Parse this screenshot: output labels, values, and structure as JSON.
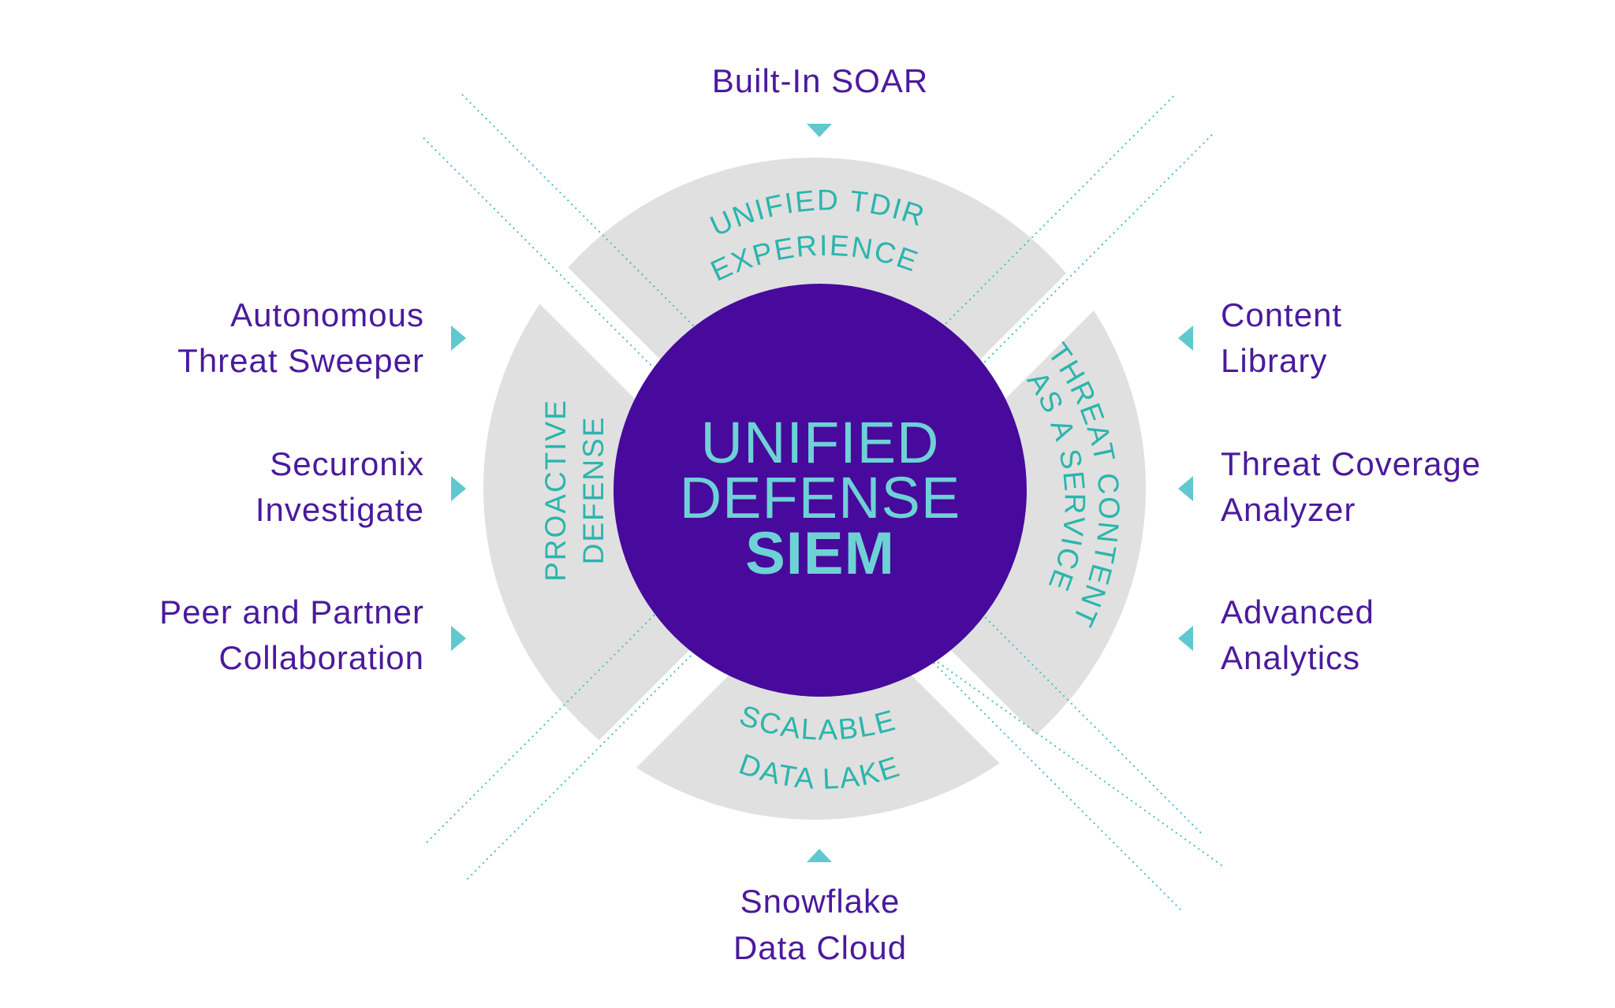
{
  "center": {
    "line1": "UNIFIED",
    "line2": "DEFENSE",
    "line3": "SIEM",
    "fill_color": "#470a9c",
    "text_color": "#6dd1d6"
  },
  "ring": {
    "color": "#e0e0e0",
    "text_color": "#2bb5ad",
    "top": {
      "line1": "UNIFIED TDIR",
      "line2": "EXPERIENCE"
    },
    "right": {
      "line1": "THREAT CONTENT",
      "line2": "AS A SERVICE"
    },
    "bottom": {
      "line1": "SCALABLE",
      "line2": "DATA LAKE"
    },
    "left": {
      "line1": "PROACTIVE",
      "line2": "DEFENSE"
    }
  },
  "outer": {
    "text_color": "#4a1a9c",
    "arrow_color": "#5fc9cf",
    "top": {
      "line1": "Built-In SOAR"
    },
    "bottom": {
      "line1": "Snowflake",
      "line2": "Data Cloud"
    },
    "left": [
      {
        "line1": "Autonomous",
        "line2": "Threat Sweeper"
      },
      {
        "line1": "Securonix",
        "line2": "Investigate"
      },
      {
        "line1": "Peer and Partner",
        "line2": "Collaboration"
      }
    ],
    "right": [
      {
        "line1": "Content",
        "line2": "Library"
      },
      {
        "line1": "Threat Coverage",
        "line2": "Analyzer"
      },
      {
        "line1": "Advanced",
        "line2": "Analytics"
      }
    ]
  }
}
